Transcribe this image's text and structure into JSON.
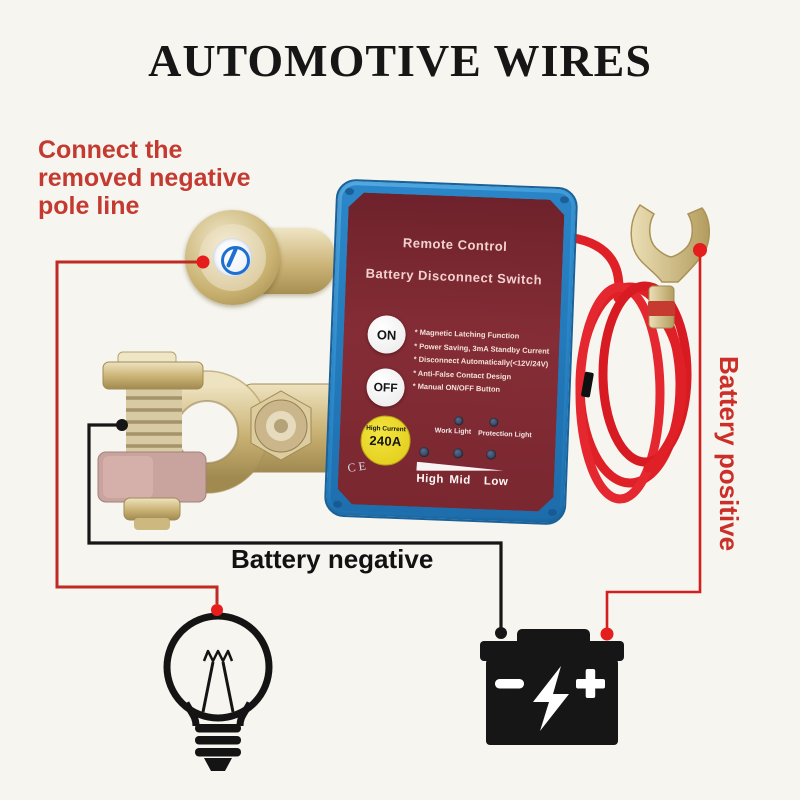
{
  "title": "AUTOMOTIVE WIRES",
  "labels": {
    "note_line1": "Connect the",
    "note_line2": "removed negative",
    "note_line3": "pole line",
    "battery_negative": "Battery negative",
    "battery_positive": "Battery positive"
  },
  "device": {
    "name_line1": "Remote Control",
    "name_line2": "Battery Disconnect Switch",
    "on": "ON",
    "off": "OFF",
    "features": [
      "* Magnetic Latching Function",
      "* Power Saving, 3mA Standby Current",
      "* Disconnect Automatically(<12V/24V)",
      "* Anti-False Contact Design",
      "* Manual ON/OFF Button"
    ],
    "badge_top": "High Current",
    "badge_amp": "240A",
    "work_light": "Work Light",
    "protection_light": "Protection Light",
    "levels": [
      "High",
      "Mid",
      "Low"
    ],
    "ce": "CE"
  },
  "battery": {
    "minus": "−",
    "plus": "+"
  },
  "icons": {
    "power_symbol": "power-symbol-icon",
    "light_bulb": "light-bulb-icon",
    "car_battery": "car-battery-icon",
    "lightning": "lightning-bolt-icon",
    "fork_terminal": "fork-terminal-icon"
  },
  "colors": {
    "accent_red": "#c5362c",
    "wire_red": "#e02027",
    "case_blue": "#2e93d8",
    "panel_maroon": "#7d2830",
    "brass": "#cdb579",
    "badge_yellow": "#e9d826",
    "line_black": "#161616"
  }
}
